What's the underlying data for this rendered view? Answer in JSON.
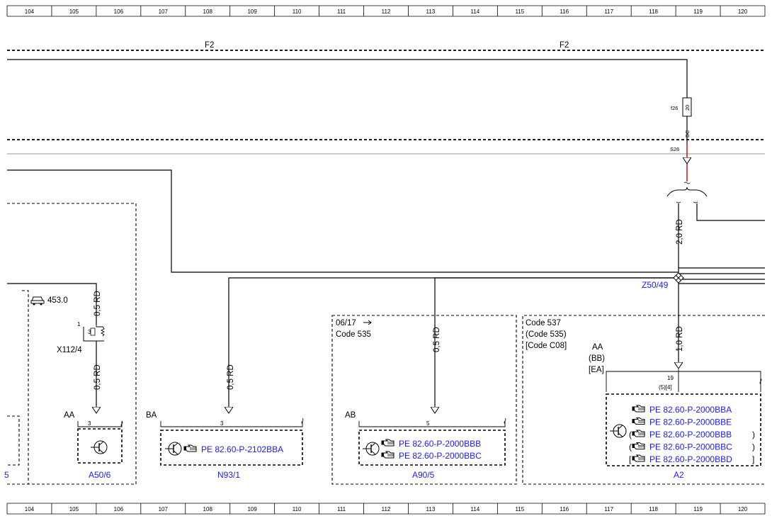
{
  "ruler": {
    "columns": [
      "104",
      "105",
      "106",
      "107",
      "108",
      "109",
      "110",
      "111",
      "112",
      "113",
      "114",
      "115",
      "116",
      "117",
      "118",
      "119",
      "120"
    ]
  },
  "rails": {
    "left_label": "F2",
    "right_label": "F2"
  },
  "fuse": {
    "label": "f26",
    "value": "20",
    "output_code": "BC",
    "splice": "S26"
  },
  "wires": {
    "feed_right": "2,0 RD",
    "x112_top": "0,5 RD",
    "x112_bottom": "0,5 RD",
    "n93": "0,5 RD",
    "a90": "0,5 RD",
    "a2": "1,0 RD"
  },
  "junction": {
    "label": "Z50/49"
  },
  "a50_group": {
    "model": "453.0",
    "connector_pin": "1",
    "connector_pin2": "3",
    "connector": "X112/4",
    "plug_label": "AA",
    "pin": "3",
    "component": "A50/6"
  },
  "n93_group": {
    "plug_label": "BA",
    "pin": "3",
    "ref": "PE 82.60-P-2102BBA",
    "component": "N93/1"
  },
  "a90_group": {
    "date": "06/17",
    "code": "Code 535",
    "plug_label": "AB",
    "pin": "5",
    "refs": [
      "PE 82.60-P-2000BBB",
      "PE 82.60-P-2000BBC"
    ],
    "component": "A90/5"
  },
  "a2_group": {
    "code_lines": [
      "Code 537",
      "(Code 535)",
      "[Code C08]"
    ],
    "plug_labels": [
      "AA",
      "(BB)",
      "[EA]"
    ],
    "pin_top": "19",
    "pin_bottom": "(5)[4]",
    "refs": [
      "PE 82.60-P-2000BBA",
      "PE 82.60-P-2000BBE",
      "PE 82.60-P-2000BBB",
      "PE 82.60-P-2000BBC",
      "PE 82.60-P-2000BBD"
    ],
    "ref_prefixes": [
      "",
      "",
      "(",
      "(",
      "["
    ],
    "ref_suffixes": [
      "",
      "",
      ")",
      ")",
      "]"
    ],
    "component": "A2"
  },
  "left_edge_fragment": "5",
  "colors": {
    "link": "#1a1aff",
    "splice_wire": "#cc0000",
    "rail": "#000000"
  },
  "icons": [
    "car-icon",
    "ground-symbol-icon",
    "transistor-icon",
    "hand-pointer-icon",
    "arrow-right-icon"
  ]
}
